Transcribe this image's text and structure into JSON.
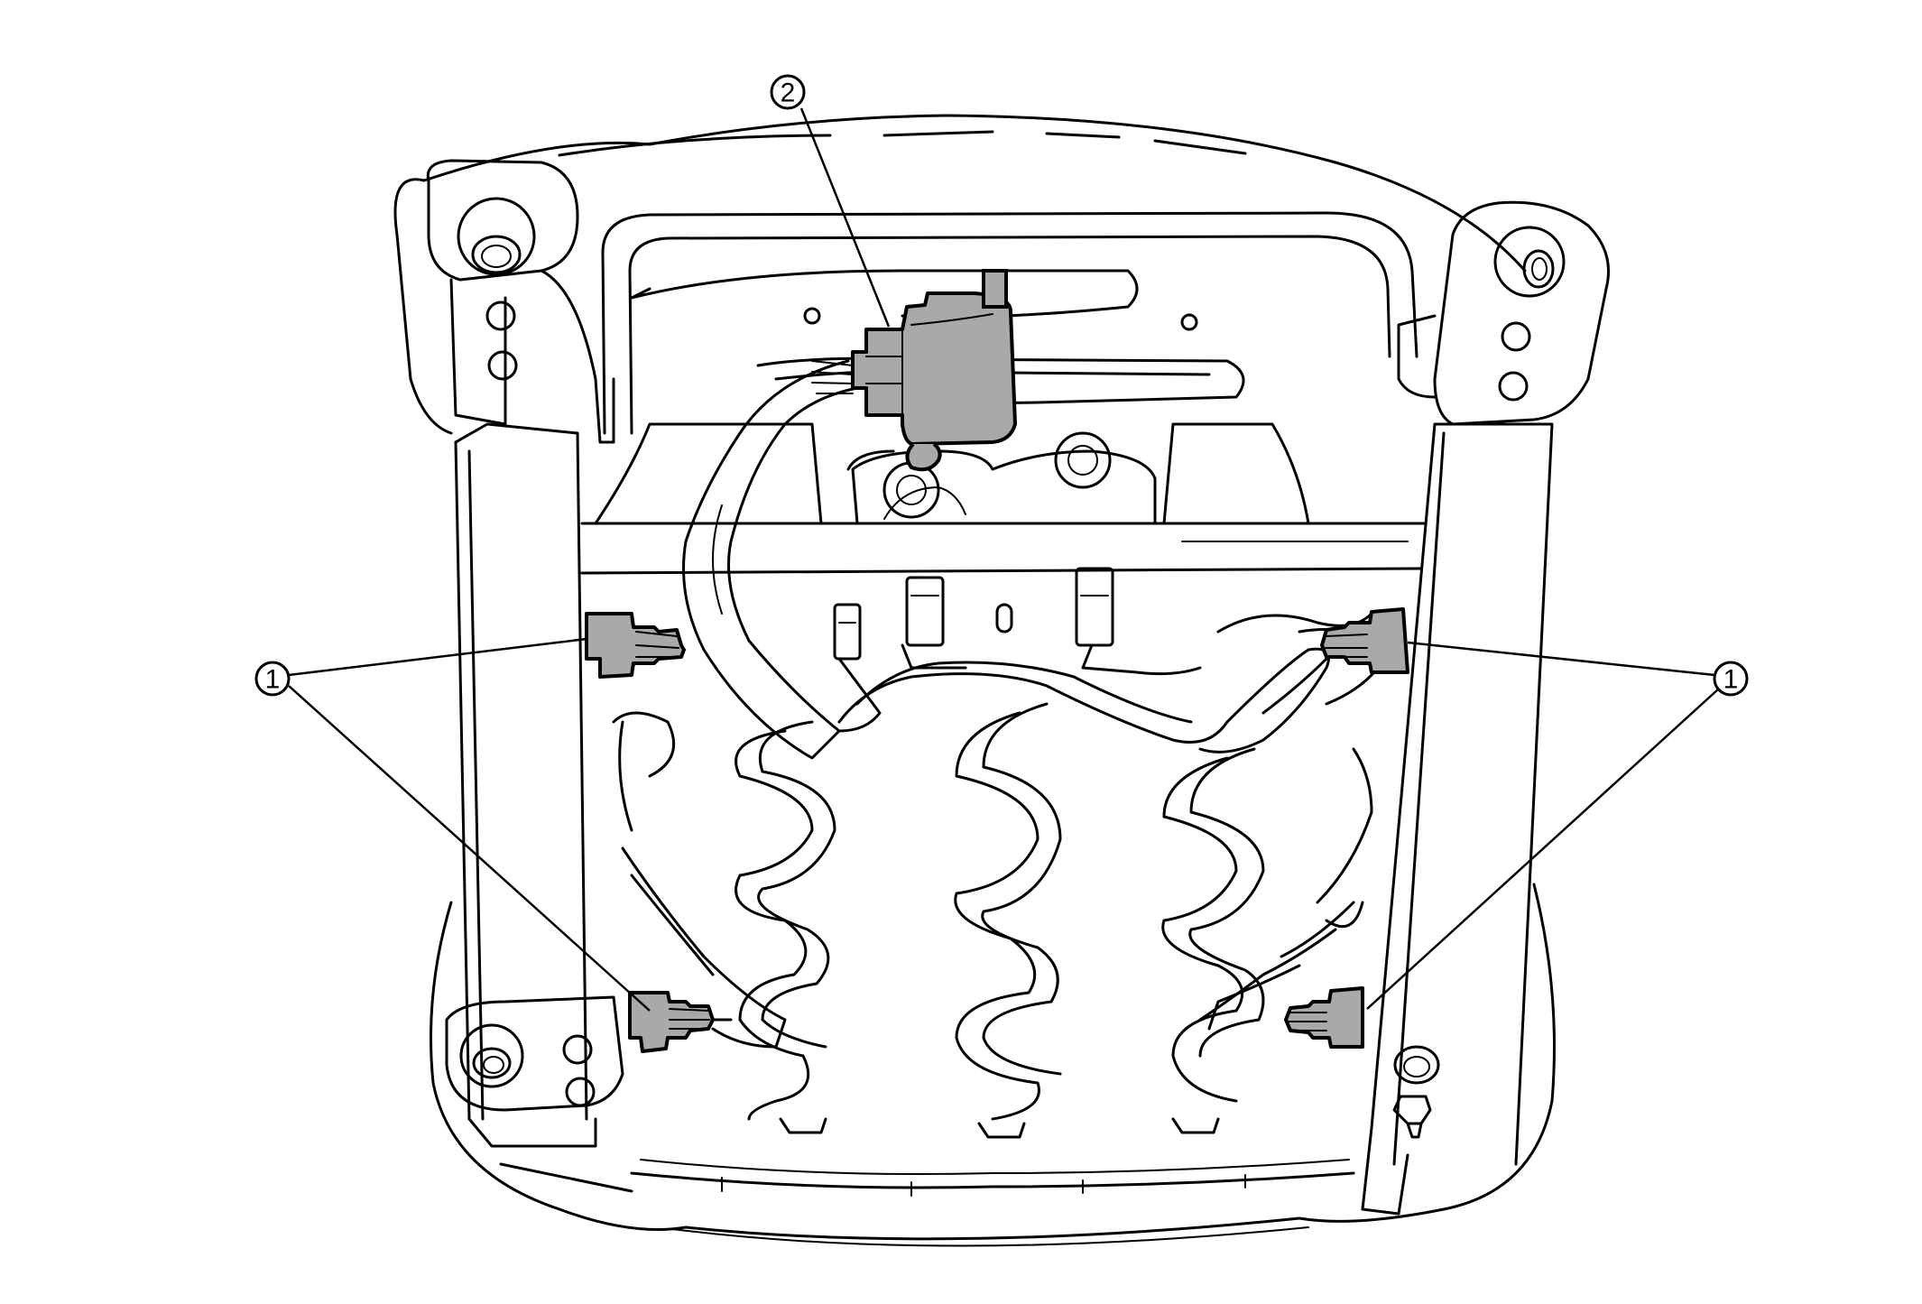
{
  "diagram": {
    "subject": "seat-frame-underside-wiring",
    "colors": {
      "line": "#000000",
      "component_fill": "#a9a9a9",
      "background": "#ffffff"
    },
    "callouts": [
      {
        "id": "callout-2-top",
        "label": "2"
      },
      {
        "id": "callout-1-left",
        "label": "1"
      },
      {
        "id": "callout-1-right",
        "label": "1"
      }
    ]
  }
}
